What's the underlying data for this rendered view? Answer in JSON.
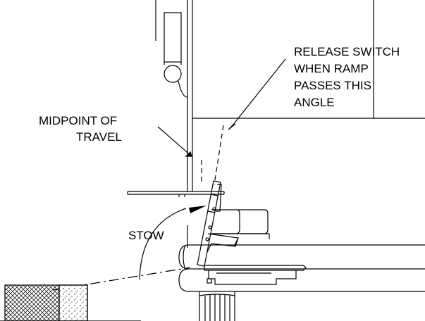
{
  "labels": {
    "release_note": [
      "RELEASE SWITCH",
      "WHEN RAMP",
      "PASSES THIS",
      "ANGLE"
    ],
    "midpoint_note": [
      "MIDPOINT OF",
      "TRAVEL"
    ],
    "stow_label": "STOW"
  },
  "colors": {
    "ink": "#000000",
    "background": "#ffffff"
  }
}
